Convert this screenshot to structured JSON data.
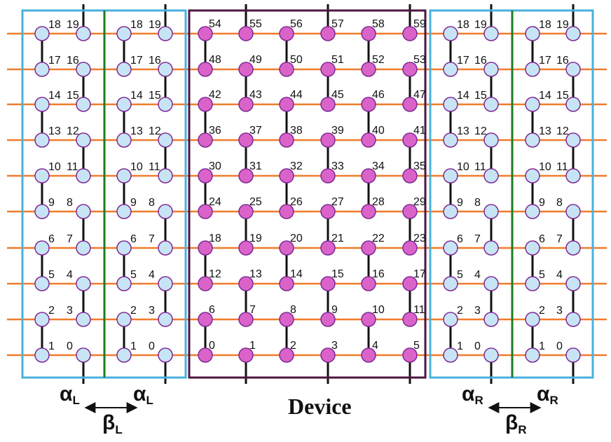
{
  "colors": {
    "horizontal_line": "#f07b2c",
    "vertical_line": "#111111",
    "lead_node_fill": "#c7e4f5",
    "device_node_fill": "#da63c9",
    "node_stroke": "#7e2a94",
    "lead_box": "#48b1dd",
    "device_box": "#4d1642",
    "divider": "#1c7d20"
  },
  "lead_cell_labels": [
    "0",
    "1",
    "2",
    "3",
    "4",
    "5",
    "6",
    "7",
    "8",
    "9",
    "10",
    "11",
    "12",
    "13",
    "14",
    "15",
    "16",
    "17",
    "18",
    "19"
  ],
  "device_labels": [
    "0",
    "1",
    "2",
    "3",
    "4",
    "5",
    "6",
    "7",
    "8",
    "9",
    "10",
    "11",
    "12",
    "13",
    "14",
    "15",
    "16",
    "17",
    "18",
    "19",
    "20",
    "21",
    "22",
    "23",
    "24",
    "25",
    "26",
    "27",
    "28",
    "29",
    "30",
    "31",
    "32",
    "33",
    "34",
    "35",
    "36",
    "37",
    "38",
    "39",
    "40",
    "41",
    "42",
    "43",
    "44",
    "45",
    "46",
    "47",
    "48",
    "49",
    "50",
    "51",
    "52",
    "53",
    "54",
    "55",
    "56",
    "57",
    "58",
    "59"
  ],
  "annotations": {
    "left_alpha": "α",
    "left_alpha_sub": "L",
    "left_beta": "β",
    "left_beta_sub": "L",
    "right_alpha": "α",
    "right_alpha_sub": "R",
    "right_beta": "β",
    "right_beta_sub": "R",
    "device": "Device"
  }
}
